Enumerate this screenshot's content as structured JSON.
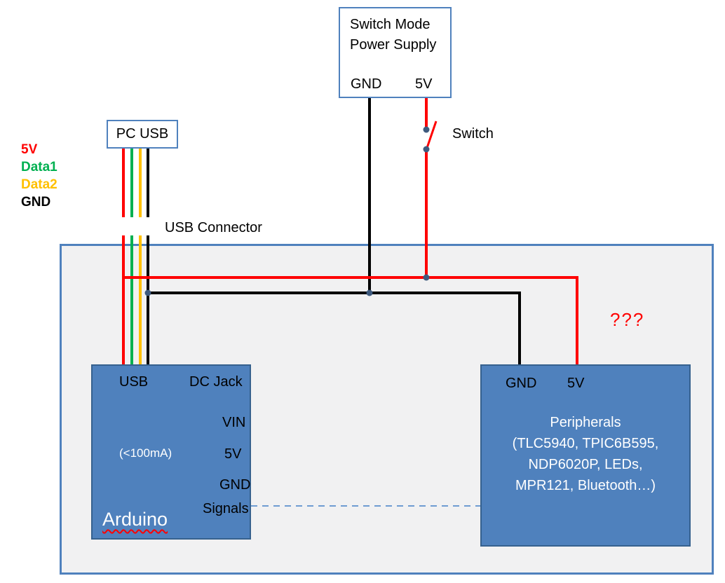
{
  "colors": {
    "red": "#ff0000",
    "green": "#00b050",
    "yellow": "#ffc000",
    "black": "#000000",
    "box_fill_blue": "#4f81bd",
    "box_border_dark": "#36618e",
    "outline_blue": "#4f81bd",
    "junction_dot": "#3e5a7e",
    "dashed_line": "#6e9bd2",
    "outer_background": "#f1f1f2"
  },
  "smps": {
    "title_line1": "Switch Mode",
    "title_line2": "Power Supply",
    "pin_gnd": "GND",
    "pin_5v": "5V"
  },
  "pc_usb": {
    "label": "PC USB"
  },
  "usb_legend": {
    "wire_5v": "5V",
    "wire_data1": "Data1",
    "wire_data2": "Data2",
    "wire_gnd": "GND"
  },
  "labels": {
    "usb_connector": "USB Connector",
    "switch": "Switch",
    "unknown_current": "???"
  },
  "arduino": {
    "pin_usb": "USB",
    "pin_dc_jack": "DC Jack",
    "pin_vin": "VIN",
    "pin_5v": "5V",
    "pin_gnd": "GND",
    "pin_signals": "Signals",
    "current_note": "(<100mA)",
    "name": "Arduino"
  },
  "peripherals": {
    "pin_gnd": "GND",
    "pin_5v": "5V",
    "text_line1": "Peripherals",
    "text_line2": "(TLC5940, TPIC6B595,",
    "text_line3": "NDP6020P, LEDs,",
    "text_line4": "MPR121, Bluetooth…)"
  }
}
